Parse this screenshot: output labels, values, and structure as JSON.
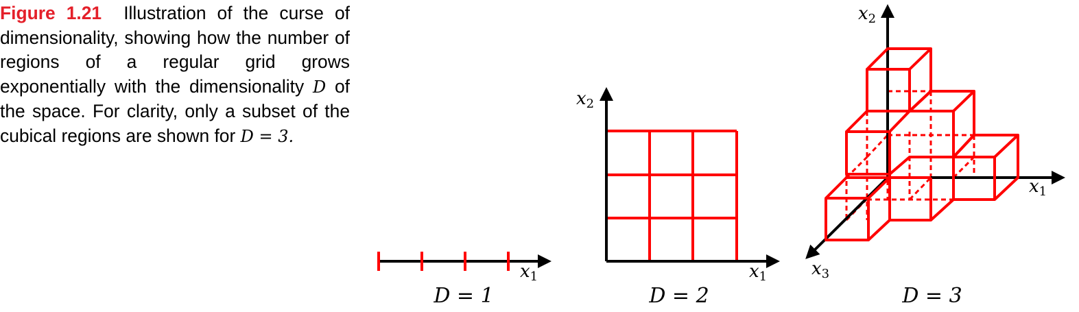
{
  "caption": {
    "label": "Figure 1.21",
    "text_1": "Illustration of the curse of dimensionality, showing how the number of regions of a regular grid grows exponentially with the dimensionality",
    "math_D": "D",
    "text_2": "of the space. For clarity, only a subset of the cubical regions are shown for",
    "math_D3": "D = 3."
  },
  "panels": {
    "d1": {
      "title": "D = 1",
      "axis_x_label": "x",
      "axis_x_sub": "1",
      "grid_cells": 3
    },
    "d2": {
      "title": "D = 2",
      "axis_x_label": "x",
      "axis_x_sub": "1",
      "axis_y_label": "x",
      "axis_y_sub": "2",
      "grid_cells": 3
    },
    "d3": {
      "title": "D = 3",
      "axis_x_label": "x",
      "axis_x_sub": "1",
      "axis_y_label": "x",
      "axis_y_sub": "2",
      "axis_z_label": "x",
      "axis_z_sub": "3"
    }
  },
  "colors": {
    "grid": "#ff0000",
    "axis": "#000000",
    "figure_label": "#e4202a"
  }
}
